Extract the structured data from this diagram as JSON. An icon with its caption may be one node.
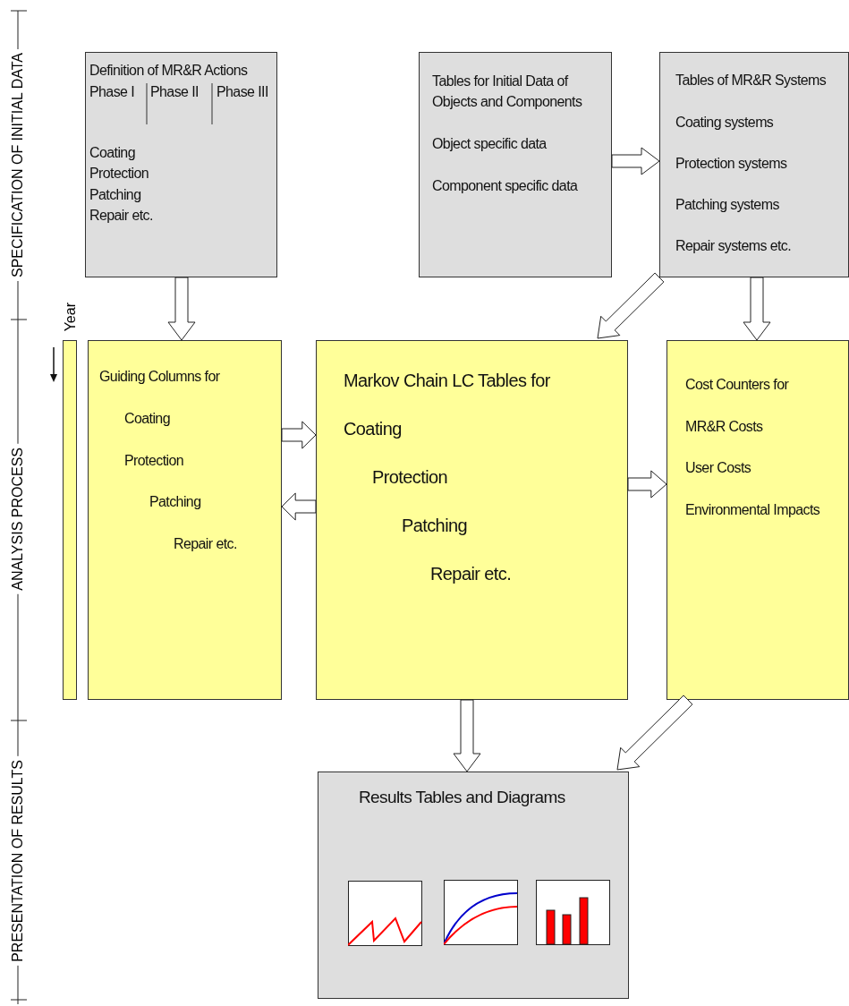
{
  "diagram": {
    "nodes": [
      {
        "text": [
          "Definition of MR&R Actions",
          "Phase I",
          "Phase II",
          "Phase III",
          "Coating",
          "Protection",
          "Patching",
          "Repair etc."
        ]
      },
      {
        "text": [
          "Tables for Initial Data of Objects and Components",
          "Object specific data",
          "Component specific data"
        ]
      },
      {
        "text": [
          "Tables of MR&R Systems",
          "Coating systems",
          "Protection systems",
          "Patching systems",
          "Repair systems etc."
        ]
      },
      {
        "text": [
          "Year"
        ]
      },
      {
        "text": [
          "Guiding Columns for",
          "Coating",
          "Protection",
          "Patching",
          "Repair etc."
        ]
      },
      {
        "text": [
          "Markov Chain LC Tables for",
          "Coating",
          "Protection",
          "Patching",
          "Repair etc."
        ]
      },
      {
        "text": [
          "Cost Counters for",
          "MR&R Costs",
          "User Costs",
          "Environmental Impacts"
        ]
      },
      {
        "text": [
          "Results Tables and Diagrams"
        ]
      }
    ],
    "edges": [
      {
        "from": 0,
        "to": 4,
        "arrow": "to"
      },
      {
        "from": 1,
        "to": 2,
        "arrow": "to"
      },
      {
        "from": 2,
        "to": 5,
        "arrow": "to"
      },
      {
        "from": 2,
        "to": 6,
        "arrow": "to"
      },
      {
        "from": 4,
        "to": 5,
        "arrow": "to"
      },
      {
        "from": 5,
        "to": 4,
        "arrow": "to"
      },
      {
        "from": 5,
        "to": 6,
        "arrow": "to"
      },
      {
        "from": 5,
        "to": 7,
        "arrow": "to"
      },
      {
        "from": 6,
        "to": 7,
        "arrow": "to"
      }
    ],
    "labels": [
      "SPECIFICATION OF INITIAL DATA",
      "ANALYSIS PROCESS",
      "PRESENTATION OF RESULTS"
    ]
  }
}
